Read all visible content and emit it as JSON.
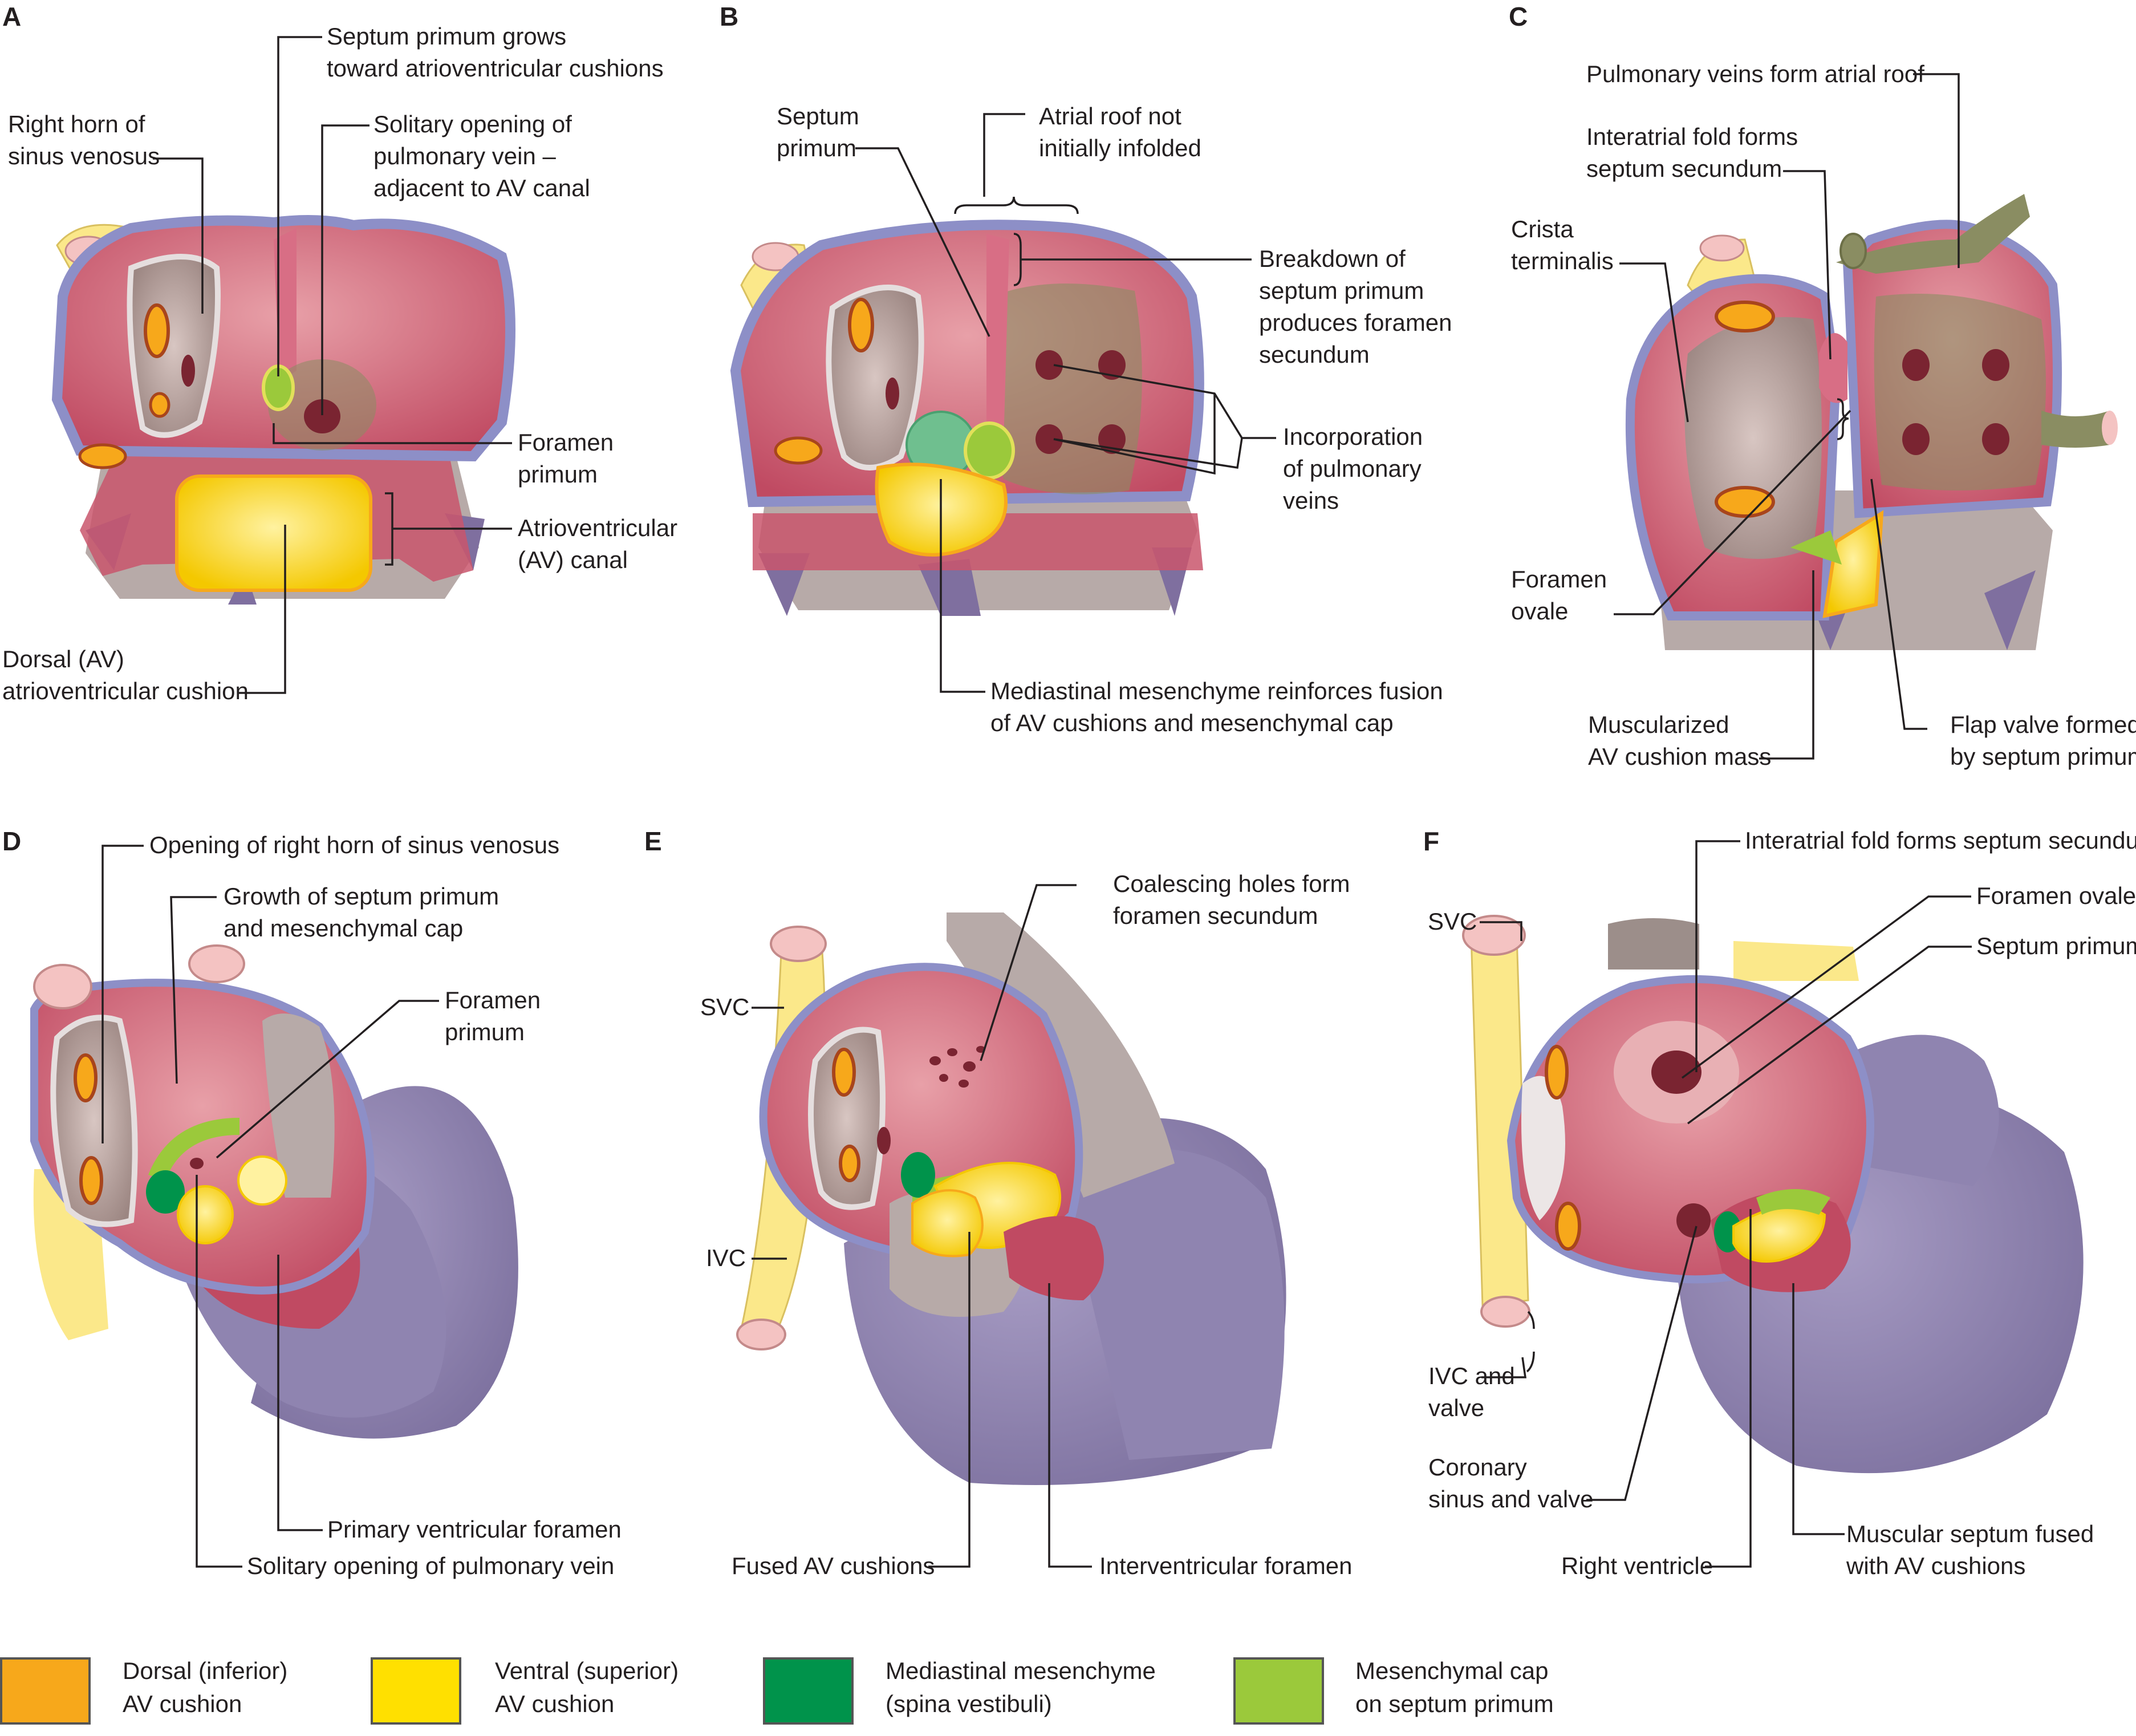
{
  "panels": {
    "A": {
      "letter": "A",
      "labels": {
        "right_horn_1": "Right horn of",
        "right_horn_2": "sinus venosus",
        "septum_grows_1": "Septum primum grows",
        "septum_grows_2": "toward atrioventricular cushions",
        "solitary_1": "Solitary opening of",
        "solitary_2": "pulmonary vein –",
        "solitary_3": "adjacent to AV canal",
        "foramen_primum_1": "Foramen",
        "foramen_primum_2": "primum",
        "av_canal_1": "Atrioventricular",
        "av_canal_2": "(AV) canal",
        "dorsal_1": "Dorsal (AV)",
        "dorsal_2": "atrioventricular cushion"
      }
    },
    "B": {
      "letter": "B",
      "labels": {
        "septum_primum_1": "Septum",
        "septum_primum_2": "primum",
        "atrial_roof_1": "Atrial roof not",
        "atrial_roof_2": "initially infolded",
        "breakdown_1": "Breakdown of",
        "breakdown_2": "septum primum",
        "breakdown_3": "produces foramen",
        "breakdown_4": "secundum",
        "incorporation_1": "Incorporation",
        "incorporation_2": "of pulmonary",
        "incorporation_3": "veins",
        "mediastinal_1": "Mediastinal mesenchyme reinforces fusion",
        "mediastinal_2": "of AV cushions and mesenchymal cap"
      }
    },
    "C": {
      "letter": "C",
      "labels": {
        "pulm_roof": "Pulmonary veins form atrial roof",
        "interatrial_1": "Interatrial fold forms",
        "interatrial_2": "septum secundum",
        "crista_1": "Crista",
        "crista_2": "terminalis",
        "foramen_ovale_1": "Foramen",
        "foramen_ovale_2": "ovale",
        "muscularized_1": "Muscularized",
        "muscularized_2": "AV cushion mass",
        "flap_1": "Flap valve formed",
        "flap_2": "by septum primum"
      }
    },
    "D": {
      "letter": "D",
      "labels": {
        "opening_right_horn": "Opening of right horn of sinus venosus",
        "growth_1": "Growth of septum primum",
        "growth_2": "and mesenchymal cap",
        "foramen_primum_1": "Foramen",
        "foramen_primum_2": "primum",
        "primary_vent": "Primary ventricular foramen",
        "solitary": "Solitary opening of pulmonary vein"
      }
    },
    "E": {
      "letter": "E",
      "labels": {
        "coalescing_1": "Coalescing holes form",
        "coalescing_2": "foramen secundum",
        "svc": "SVC",
        "ivc": "IVC",
        "fused": "Fused AV cushions",
        "interventricular": "Interventricular foramen"
      }
    },
    "F": {
      "letter": "F",
      "labels": {
        "interatrial": "Interatrial fold forms septum secundum",
        "foramen_ovale": "Foramen ovale",
        "septum_primum": "Septum primum",
        "svc": "SVC",
        "ivc_1": "IVC and",
        "ivc_2": "valve",
        "coronary_1": "Coronary",
        "coronary_2": "sinus and valve",
        "right_ventricle": "Right ventricle",
        "muscular_1": "Muscular septum fused",
        "muscular_2": "with AV cushions"
      }
    }
  },
  "legend": [
    {
      "line1": "Dorsal (inferior)",
      "line2": "AV cushion",
      "color": "#f7a81b"
    },
    {
      "line1": "Ventral (superior)",
      "line2": "AV cushion",
      "color": "#ffe000"
    },
    {
      "line1": "Mediastinal mesenchyme",
      "line2": "(spina vestibuli)",
      "color": "#00934b"
    },
    {
      "line1": "Mesenchymal cap",
      "line2": "on septum primum",
      "color": "#9bc93b"
    }
  ],
  "colors": {
    "atrial_wall": "#c8506a",
    "wall_light": "#e59aa3",
    "pericardium_blue": "#8d8fc7",
    "ventricle_purple": "#8f84b0",
    "vessel_yellow": "#fbe88a",
    "vessel_pink": "#f4c3c2",
    "tissue_gray": "#b8aaa6",
    "pulm_olive": "#8a8d62"
  }
}
